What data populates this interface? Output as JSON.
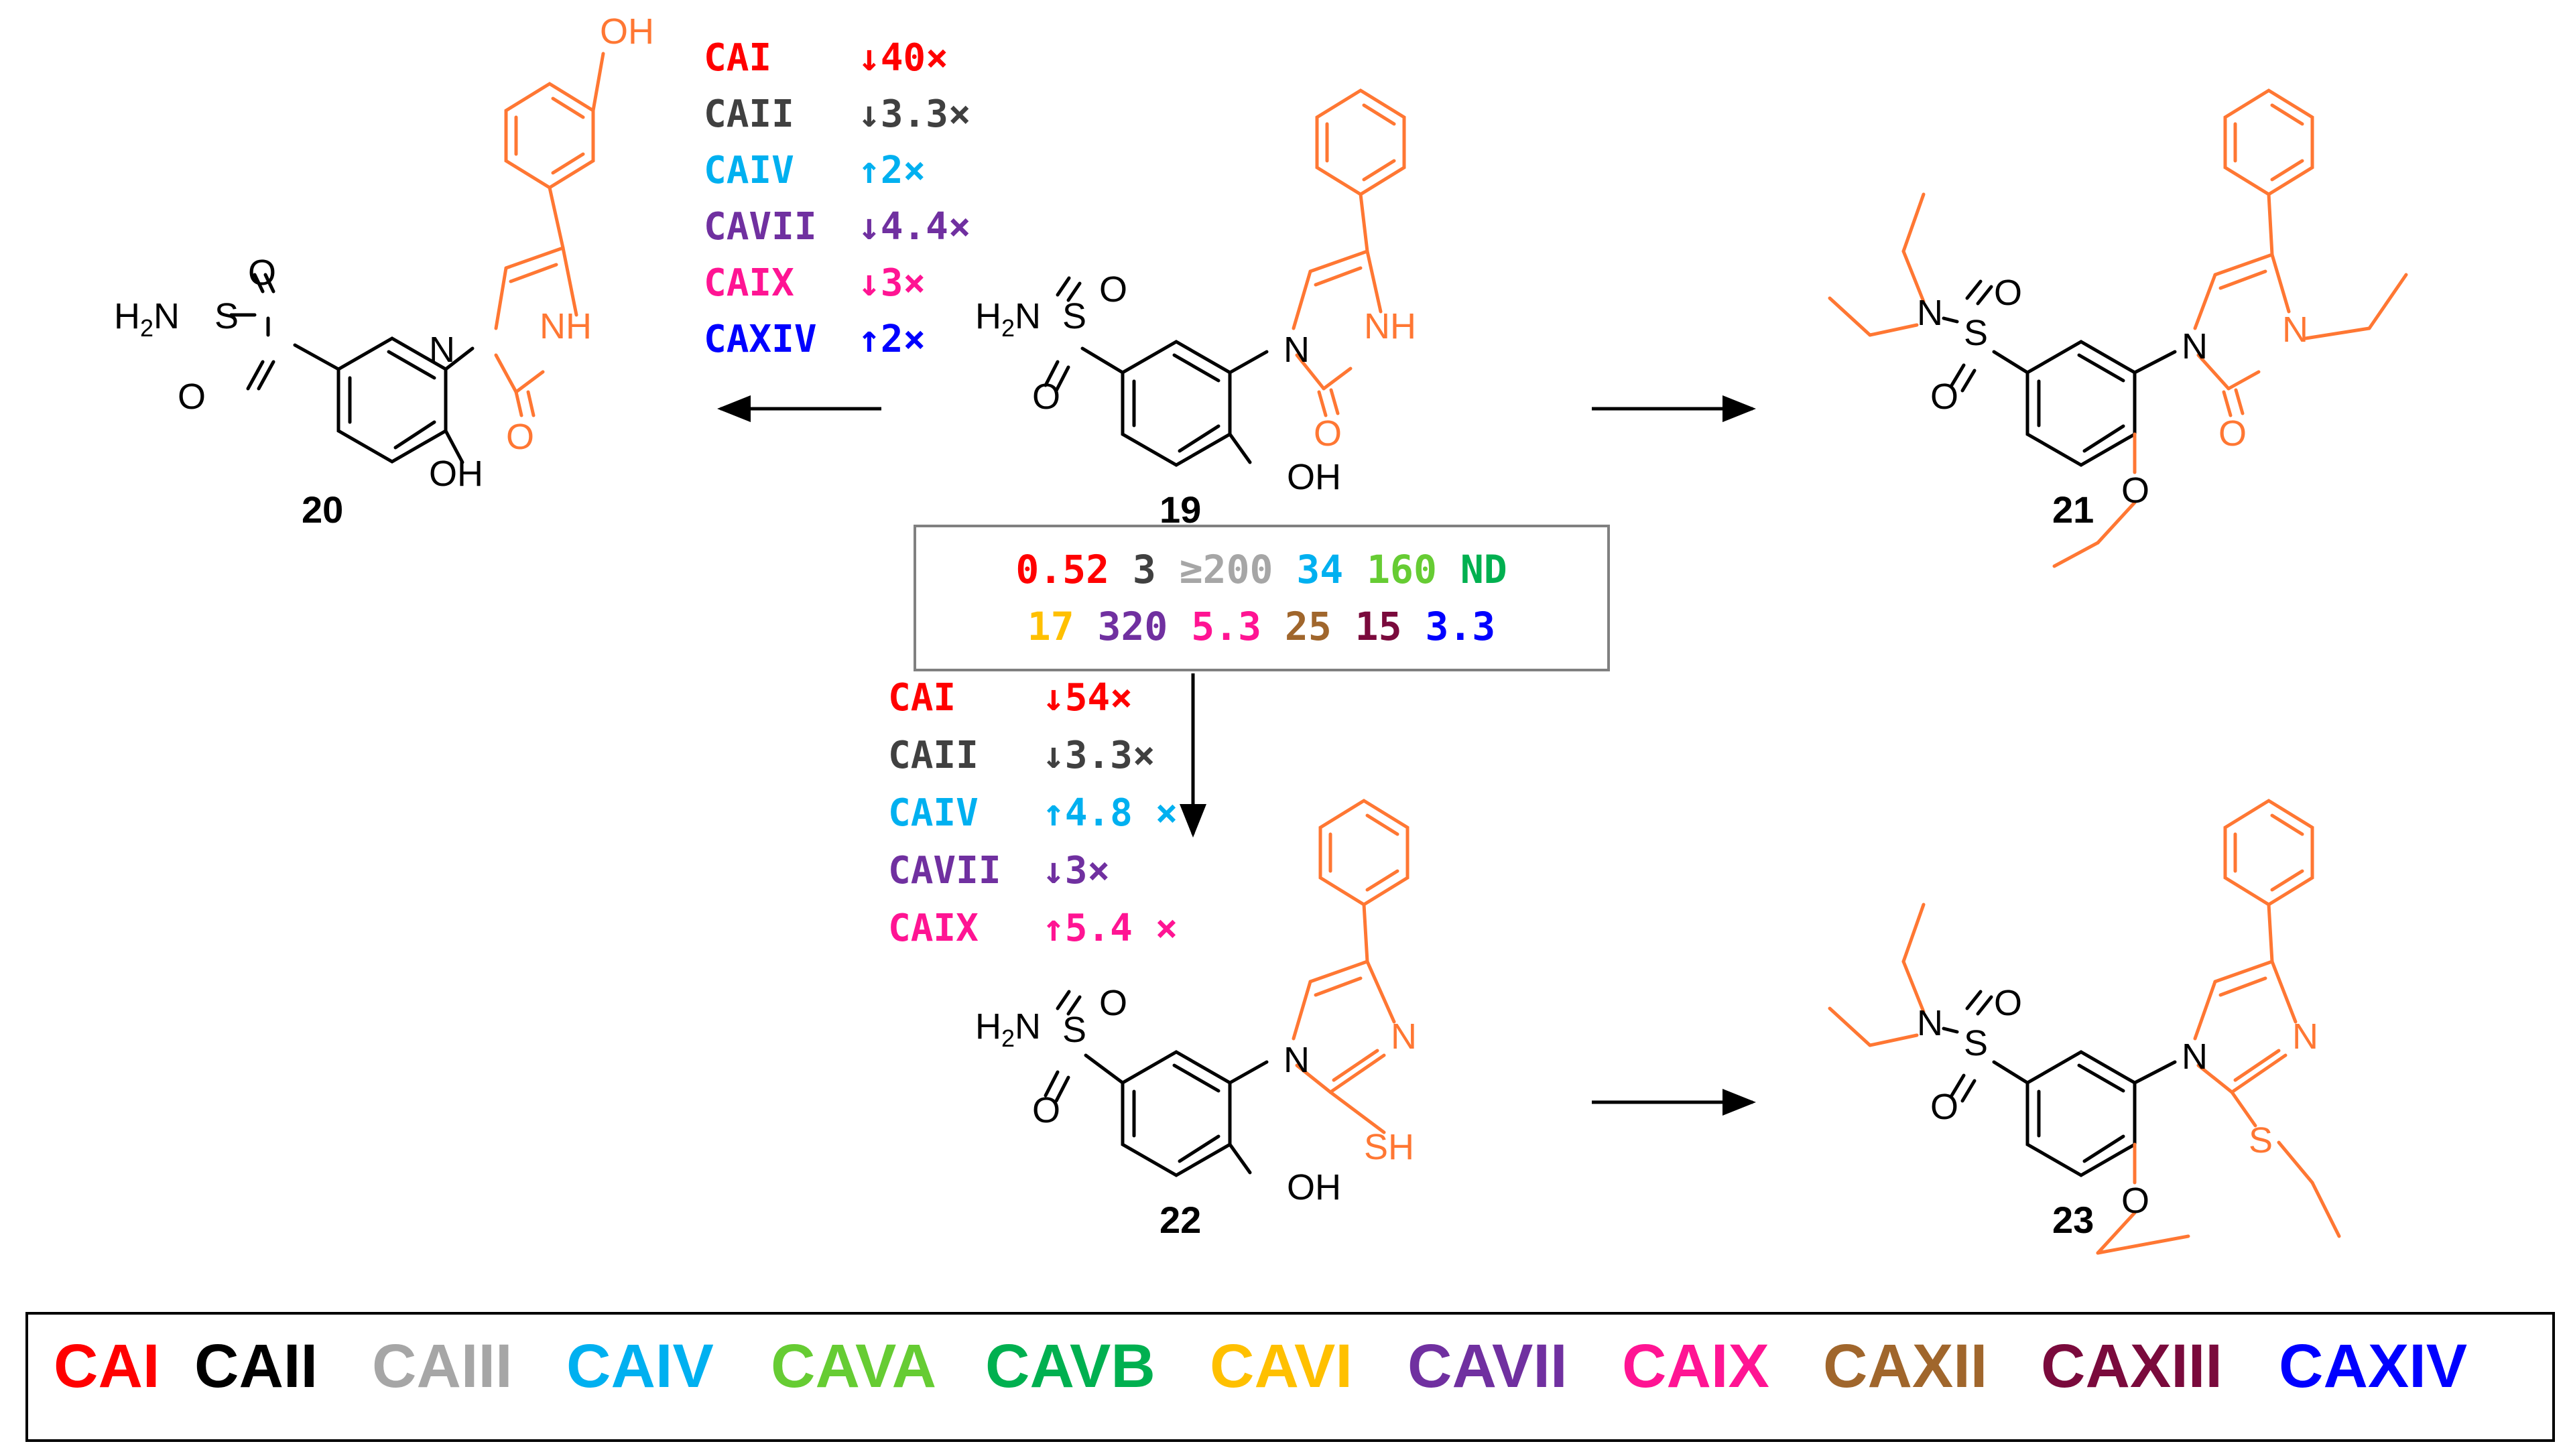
{
  "colors": {
    "CAI": "#ff0000",
    "CAII": "#000000",
    "CAIII": "#a6a6a6",
    "CAIV": "#00b0f0",
    "CAVA": "#66cc33",
    "CAVB": "#00b050",
    "CAVI": "#ffc000",
    "CAVII": "#7030a0",
    "CAIX": "#ff1493",
    "CAXII": "#a0662c",
    "CAXIII": "#7a0a3c",
    "CAXIV": "#0000ff",
    "modification": "#ff7733",
    "bond": "#000000"
  },
  "compounds": {
    "c19": "19",
    "c20": "20",
    "c21": "21",
    "c22": "22",
    "c23": "23"
  },
  "atoms": {
    "H2N": "H₂N",
    "N": "N",
    "S": "S",
    "O": "O",
    "OH": "OH",
    "NH": "NH",
    "SH": "SH"
  },
  "changes_20": [
    {
      "iso": "CAI",
      "change": "↓40×",
      "color": "#ff0000"
    },
    {
      "iso": "CAII",
      "change": "↓3.3×",
      "color": "#404040"
    },
    {
      "iso": "CAIV",
      "change": "↑2×",
      "color": "#00b0f0"
    },
    {
      "iso": "CAVII",
      "change": "↓4.4×",
      "color": "#7030a0"
    },
    {
      "iso": "CAIX",
      "change": "↓3×",
      "color": "#ff1493"
    },
    {
      "iso": "CAXIV",
      "change": "↑2×",
      "color": "#0000ff"
    }
  ],
  "changes_22": [
    {
      "iso": "CAI",
      "change": "↓54×",
      "color": "#ff0000"
    },
    {
      "iso": "CAII",
      "change": "↓3.3×",
      "color": "#404040"
    },
    {
      "iso": "CAIV",
      "change": "↑4.8 ×",
      "color": "#00b0f0"
    },
    {
      "iso": "CAVII",
      "change": "↓3×",
      "color": "#7030a0"
    },
    {
      "iso": "CAIX",
      "change": "↑5.4 ×",
      "color": "#ff1493"
    }
  ],
  "ki_19": {
    "row1": [
      {
        "value": "0.52",
        "color": "#ff0000"
      },
      {
        "value": "3",
        "color": "#404040"
      },
      {
        "value": "≥200",
        "color": "#a6a6a6"
      },
      {
        "value": "34",
        "color": "#00b0f0"
      },
      {
        "value": "160",
        "color": "#66cc33"
      },
      {
        "value": "ND",
        "color": "#00b050"
      }
    ],
    "row2": [
      {
        "value": "17",
        "color": "#ffc000"
      },
      {
        "value": "320",
        "color": "#7030a0"
      },
      {
        "value": "5.3",
        "color": "#ff1493"
      },
      {
        "value": "25",
        "color": "#a0662c"
      },
      {
        "value": "15",
        "color": "#7a0a3c"
      },
      {
        "value": "3.3",
        "color": "#0000ff"
      }
    ]
  },
  "legend": [
    {
      "label": "CAI",
      "color": "#ff0000"
    },
    {
      "label": "CAII",
      "color": "#000000"
    },
    {
      "label": "CAIII",
      "color": "#a6a6a6"
    },
    {
      "label": "CAIV",
      "color": "#00b0f0"
    },
    {
      "label": "CAVA",
      "color": "#66cc33"
    },
    {
      "label": "CAVB",
      "color": "#00b050"
    },
    {
      "label": "CAVI",
      "color": "#ffc000"
    },
    {
      "label": "CAVII",
      "color": "#7030a0"
    },
    {
      "label": "CAIX",
      "color": "#ff1493"
    },
    {
      "label": "CAXII",
      "color": "#a0662c"
    },
    {
      "label": "CAXIII",
      "color": "#7a0a3c"
    },
    {
      "label": "CAXIV",
      "color": "#0000ff"
    }
  ]
}
